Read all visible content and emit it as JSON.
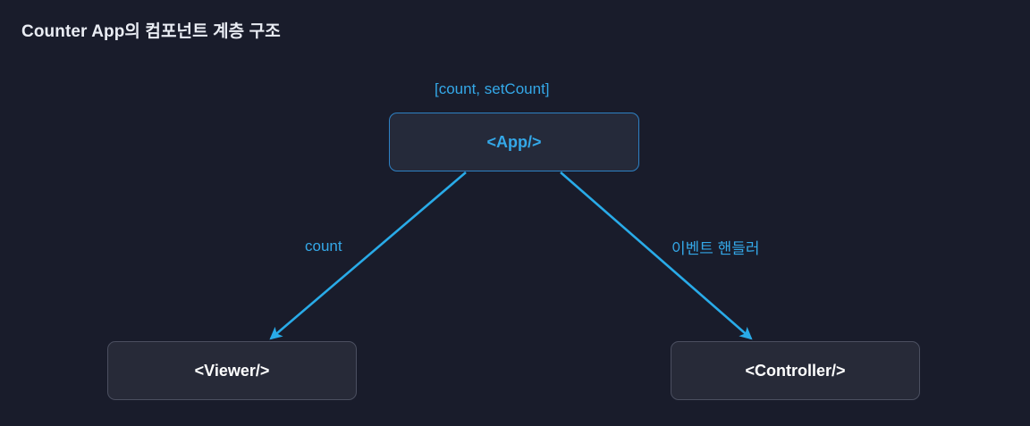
{
  "title": "Counter App의 컴포넌트 계층 구조",
  "theme": {
    "background": "#191c2b",
    "node_fill": "#272a38",
    "node_border": "#4b4f60",
    "accent": "#34a8e8",
    "accent_border": "#2e81c4",
    "title_color": "#e9ecf3",
    "node_text": "#ffffff"
  },
  "diagram": {
    "type": "component-hierarchy-tree",
    "nodes": [
      {
        "id": "app",
        "label": "<App/>",
        "state_label": "[count, setCount]",
        "level": 0
      },
      {
        "id": "viewer",
        "label": "<Viewer/>",
        "level": 1
      },
      {
        "id": "controller",
        "label": "<Controller/>",
        "level": 1
      }
    ],
    "edges": [
      {
        "id": "app-to-viewer",
        "from": "app",
        "to": "viewer",
        "label": "count",
        "arrow": "to"
      },
      {
        "id": "app-to-controller",
        "from": "app",
        "to": "controller",
        "label": "이벤트 핸들러",
        "arrow": "to"
      }
    ]
  }
}
